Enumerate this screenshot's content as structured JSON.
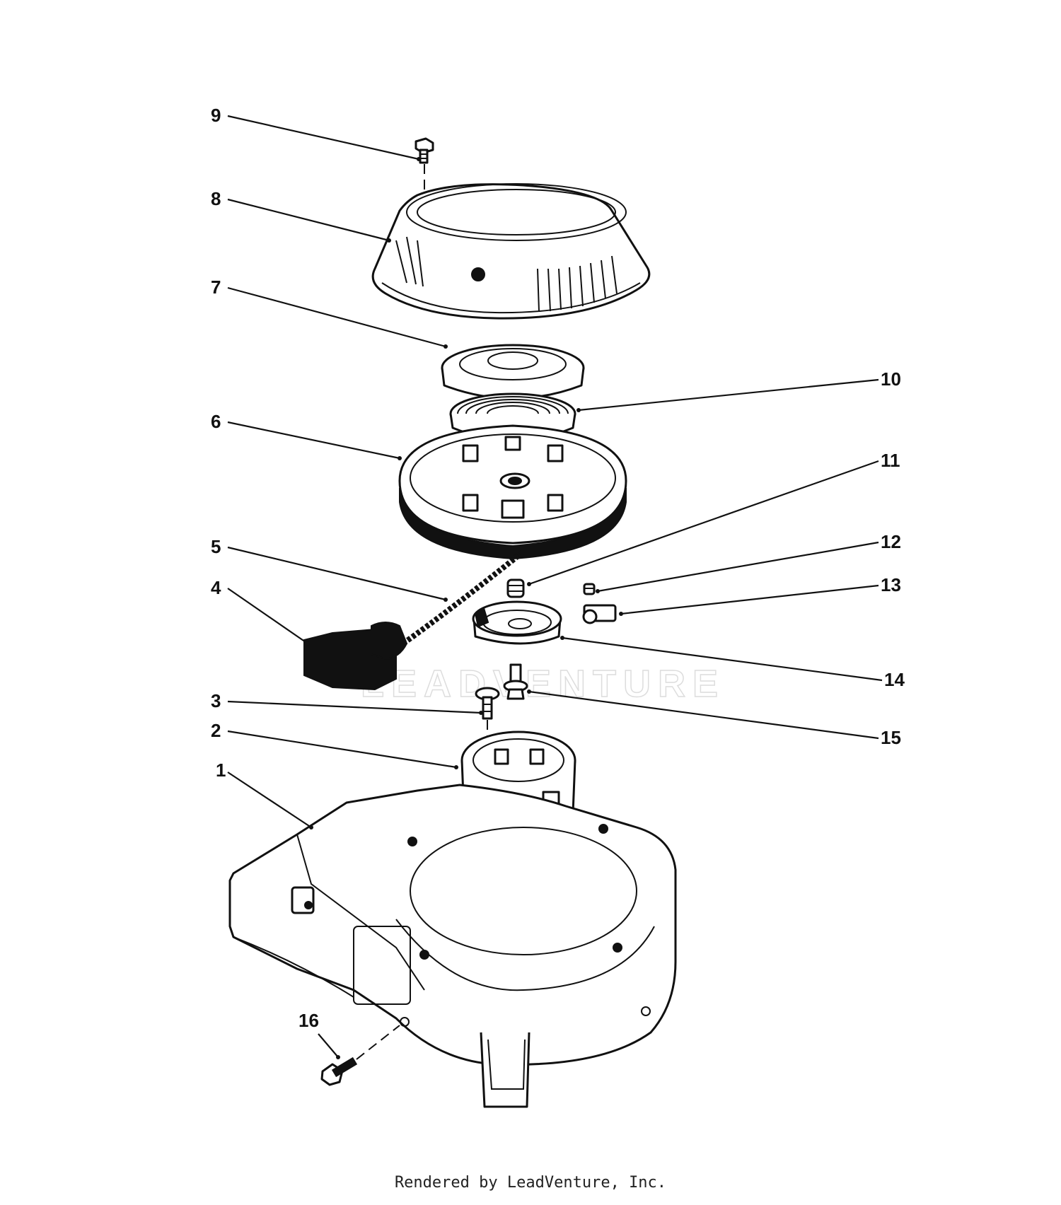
{
  "watermark": "LEADVENTURE",
  "footer": "Rendered by LeadVenture, Inc.",
  "callouts": [
    {
      "id": "1",
      "label": "1"
    },
    {
      "id": "2",
      "label": "2"
    },
    {
      "id": "3",
      "label": "3"
    },
    {
      "id": "4",
      "label": "4"
    },
    {
      "id": "5",
      "label": "5"
    },
    {
      "id": "6",
      "label": "6"
    },
    {
      "id": "7",
      "label": "7"
    },
    {
      "id": "8",
      "label": "8"
    },
    {
      "id": "9",
      "label": "9"
    },
    {
      "id": "10",
      "label": "10"
    },
    {
      "id": "11",
      "label": "11"
    },
    {
      "id": "12",
      "label": "12"
    },
    {
      "id": "13",
      "label": "13"
    },
    {
      "id": "14",
      "label": "14"
    },
    {
      "id": "15",
      "label": "15"
    },
    {
      "id": "16",
      "label": "16"
    }
  ]
}
